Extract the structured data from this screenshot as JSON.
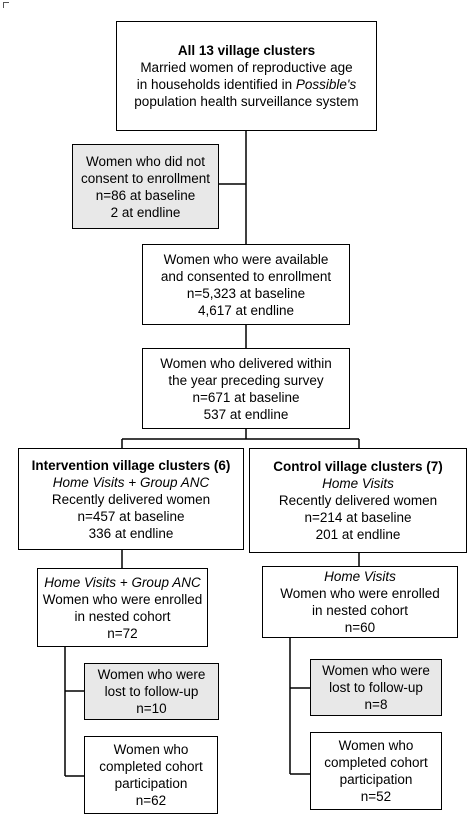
{
  "flowchart": {
    "all_clusters": {
      "title": "All 13 village clusters",
      "line1": "Married women of reproductive age",
      "line2": "in households identified in ",
      "line2_italic": "Possible's",
      "line3": "population health surveillance system"
    },
    "not_consent": {
      "line1": "Women who did not",
      "line2": "consent to enrollment",
      "line3": "n=86 at baseline",
      "line4": "2 at endline"
    },
    "consented": {
      "line1": "Women who were available",
      "line2": "and consented to enrollment",
      "line3": "n=5,323 at baseline",
      "line4": "4,617 at endline"
    },
    "delivered": {
      "line1": "Women who delivered within",
      "line2": "the year preceding survey",
      "line3": "n=671 at baseline",
      "line4": "537 at endline"
    },
    "intervention": {
      "title": "Intervention village clusters (6)",
      "arm": "Home Visits + Group ANC",
      "line1": "Recently delivered women",
      "line2": "n=457 at baseline",
      "line3": "336 at endline"
    },
    "control": {
      "title": "Control village clusters (7)",
      "arm": "Home Visits",
      "line1": "Recently delivered women",
      "line2": "n=214 at baseline",
      "line3": "201 at endline"
    },
    "int_cohort": {
      "arm": "Home Visits + Group ANC",
      "line1": "Women who were enrolled",
      "line2": "in nested cohort",
      "line3": "n=72"
    },
    "ctl_cohort": {
      "arm": "Home Visits",
      "line1": "Women who were enrolled",
      "line2": "in nested cohort",
      "line3": "n=60"
    },
    "int_lost": {
      "line1": "Women who were",
      "line2": "lost to follow-up",
      "line3": "n=10"
    },
    "ctl_lost": {
      "line1": "Women who were",
      "line2": "lost to follow-up",
      "line3": "n=8"
    },
    "int_completed": {
      "line1": "Women who",
      "line2": "completed cohort",
      "line3": "participation",
      "line4": "n=62"
    },
    "ctl_completed": {
      "line1": "Women who",
      "line2": "completed cohort",
      "line3": "participation",
      "line4": "n=52"
    }
  },
  "colors": {
    "grey_box": "#e8e8e8",
    "border": "#000000"
  }
}
